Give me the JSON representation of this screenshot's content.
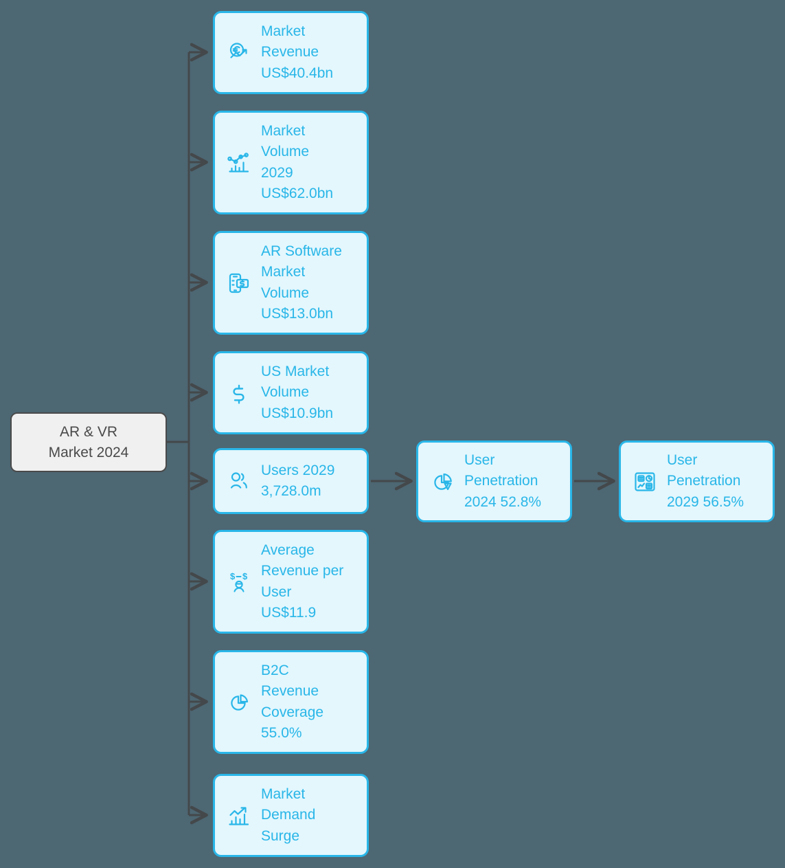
{
  "diagram": {
    "type": "flow-tree",
    "title": "AR & VR Market 2024 key figures",
    "colors": {
      "background": "#4d6773",
      "node_fill": "#e3f7fd",
      "node_border": "#29b6e8",
      "node_text": "#29b6e8",
      "root_fill": "#f0f0f0",
      "root_border": "#4a4a4a",
      "root_text": "#4a4a4a",
      "connector": "#44484a"
    }
  },
  "root": {
    "label": "AR & VR\nMarket 2024",
    "icon": ""
  },
  "branches": [
    {
      "id": "market-revenue",
      "icon": "euro-magnifier-growth-icon",
      "label": "Market\nRevenue\nUS$40.4bn",
      "metric_name": "Market Revenue",
      "value": "US$40.4bn"
    },
    {
      "id": "market-volume-2029",
      "icon": "line-bar-chart-icon",
      "label": "Market\nVolume\n2029\nUS$62.0bn",
      "metric_name": "Market Volume 2029",
      "value": "US$62.0bn"
    },
    {
      "id": "ar-software-market-volume",
      "icon": "mobile-payment-icon",
      "label": "AR Software\nMarket\nVolume\nUS$13.0bn",
      "metric_name": "AR Software Market Volume",
      "value": "US$13.0bn"
    },
    {
      "id": "us-market-volume",
      "icon": "dollar-sign-icon",
      "label": "US Market\nVolume\nUS$10.9bn",
      "metric_name": "US Market Volume",
      "value": "US$10.9bn"
    },
    {
      "id": "users-2029",
      "icon": "users-icon",
      "label": "Users 2029\n3,728.0m",
      "metric_name": "Users 2029",
      "value": "3,728.0m"
    },
    {
      "id": "average-revenue-per-user",
      "icon": "revenue-per-user-icon",
      "label": "Average\nRevenue per\nUser\nUS$11.9",
      "metric_name": "Average Revenue per User",
      "value": "US$11.9"
    },
    {
      "id": "b2c-revenue-coverage",
      "icon": "pie-chart-icon",
      "label": "B2C\nRevenue\nCoverage\n55.0%",
      "metric_name": "B2C Revenue Coverage",
      "value": "55.0%"
    },
    {
      "id": "market-demand-surge",
      "icon": "bar-chart-growth-icon",
      "label": "Market\nDemand\nSurge",
      "metric_name": "Market Demand Surge",
      "value": ""
    }
  ],
  "chain": [
    {
      "id": "user-penetration-2024",
      "icon": "pie-chart-slice-icon",
      "label": "User\nPenetration\n2024 52.8%",
      "metric_name": "User Penetration 2024",
      "value": "52.8%"
    },
    {
      "id": "user-penetration-2029",
      "icon": "dashboard-icon",
      "label": "User\nPenetration\n2029 56.5%",
      "metric_name": "User Penetration 2029",
      "value": "56.5%"
    }
  ]
}
